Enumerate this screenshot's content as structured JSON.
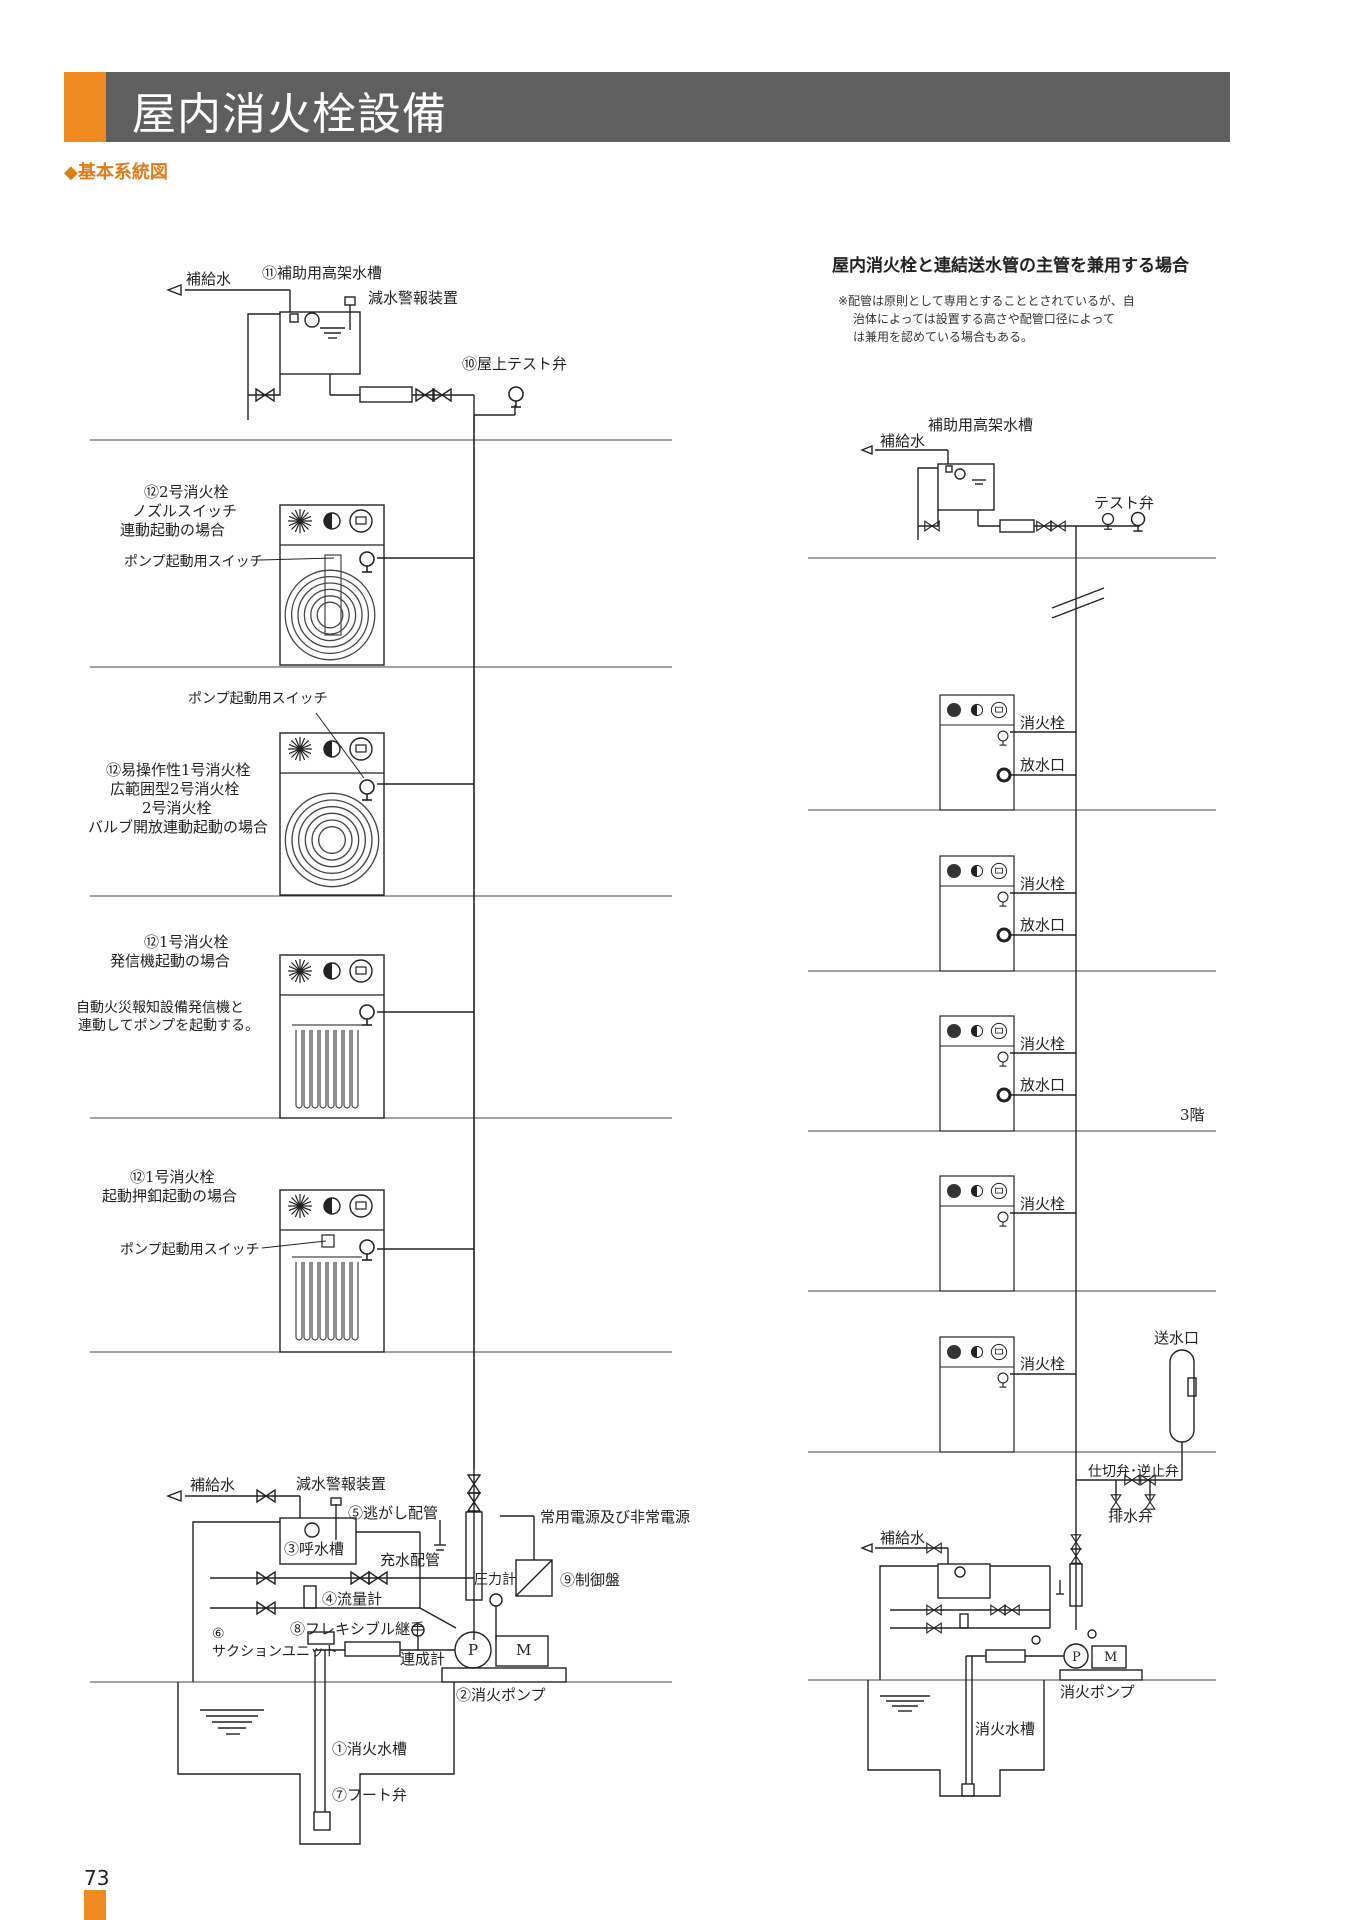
{
  "page_title": "屋内消火栓設備",
  "subheading": "◆基本系統図",
  "left": {
    "supply_water": "補給水",
    "aux_tank": "⑪補助用高架水槽",
    "low_water_alarm": "減水警報装置",
    "roof_test_valve": "⑩屋上テスト弁",
    "case1_lines": [
      "⑫2号消火栓",
      "ノズルスイッチ",
      "連動起動の場合"
    ],
    "case1_switch": "ポンプ起動用スイッチ",
    "case2_switch": "ポンプ起動用スイッチ",
    "case2_lines": [
      "⑫易操作性1号消火栓",
      "広範囲型2号消火栓",
      "2号消火栓",
      "バルブ開放連動起動の場合"
    ],
    "case3_lines": [
      "⑫1号消火栓",
      "発信機起動の場合"
    ],
    "case3_desc": [
      "自動火災報知設備発信機と",
      "連動してポンプを起動する。"
    ],
    "case4_lines": [
      "⑫1号消火栓",
      "起動押釦起動の場合"
    ],
    "case4_switch": "ポンプ起動用スイッチ",
    "bottom": {
      "supply_water": "補給水",
      "low_water_alarm": "減水警報装置",
      "relief_pipe": "⑤逃がし配管",
      "power_supply": "常用電源及び非常電源",
      "priming_tank": "③呼水槽",
      "fill_pipe": "充水配管",
      "pressure_gauge": "圧力計",
      "control_panel": "⑨制御盤",
      "flow_meter": "④流量計",
      "flexible_joint": "⑧フレキシブル継手",
      "suction_unit_num": "⑥",
      "suction_unit": "サクションユニット",
      "compound_gauge": "連成計",
      "pump_p": "P",
      "motor_m": "M",
      "fire_pump": "②消火ポンプ",
      "water_tank": "①消火水槽",
      "foot_valve": "⑦フート弁"
    }
  },
  "right": {
    "title": "屋内消火栓と連結送水管の主管を兼用する場合",
    "note_lines": [
      "※配管は原則として専用とすることとされているが、自",
      "治体によっては設置する高さや配管口径によって",
      "は兼用を認めている場合もある。"
    ],
    "aux_tank": "補助用高架水槽",
    "supply_water": "補給水",
    "test_valve": "テスト弁",
    "hydrant": "消火栓",
    "outlet": "放水口",
    "floor3": "3階",
    "inlet": "送水口",
    "valves": "仕切弁･逆止弁",
    "drain_valve": "排水弁",
    "supply_water_bottom": "補給水",
    "fire_pump": "消火ポンプ",
    "water_tank": "消火水槽",
    "pump_p": "P",
    "motor_m": "M"
  },
  "page_number": "73",
  "colors": {
    "accent": "#ee8a1f",
    "header_bg": "#5f5f5f",
    "subheading": "#e07b1a"
  }
}
